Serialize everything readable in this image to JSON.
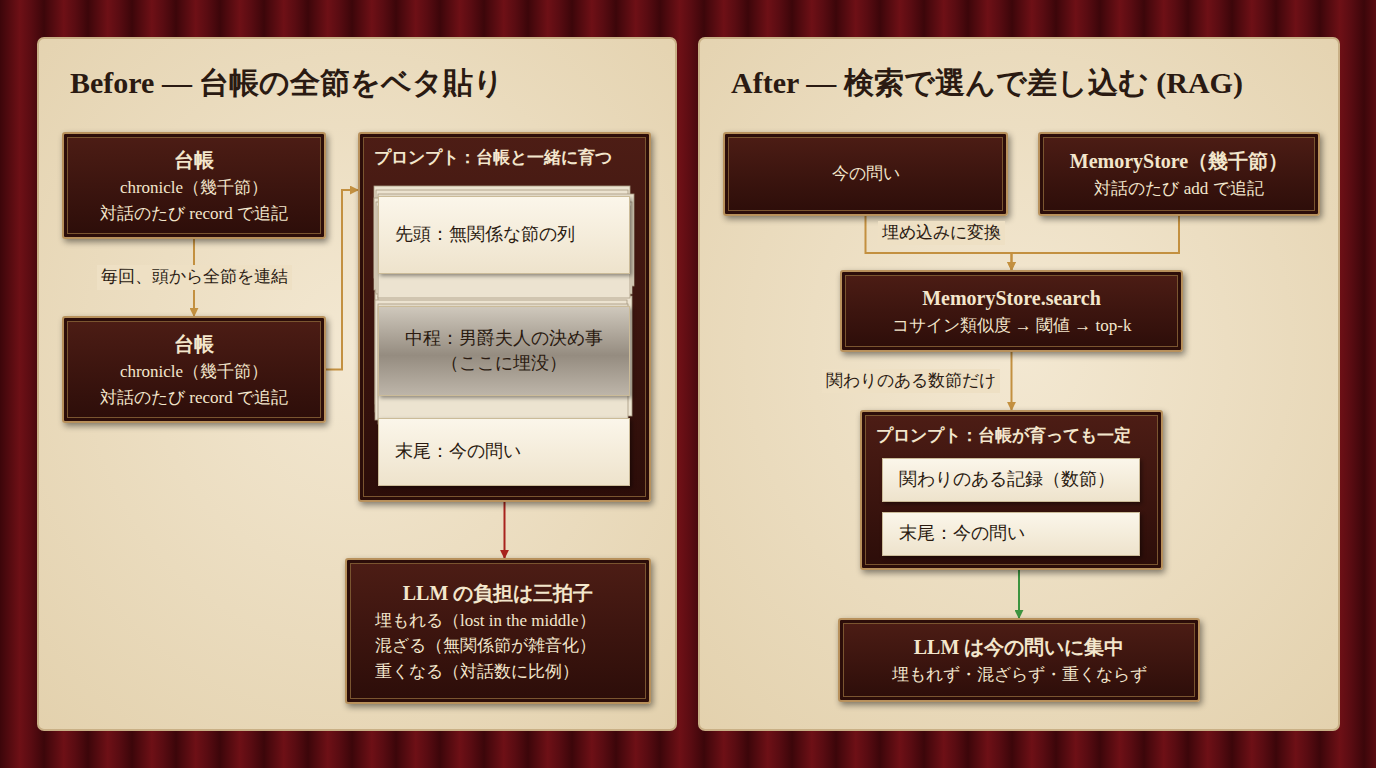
{
  "diagram": {
    "nodes": [
      {
        "text": [
          "Before — 台帳の全節をベタ貼り"
        ]
      },
      {
        "text": [
          "After — 検索で選んで差し込む (RAG)"
        ]
      },
      {
        "text": [
          "台帳",
          "chronicle（幾千節）",
          "対話のたび record で追記"
        ],
        "in": 0
      },
      {
        "text": [
          "台帳",
          "chronicle（幾千節）",
          "対話のたび record で追記"
        ],
        "in": 0
      },
      {
        "text": [
          "プロンプト：台帳と一緒に育つ"
        ],
        "in": 0
      },
      {
        "text": [
          "先頭：無関係な節の列"
        ],
        "in": 4
      },
      {
        "text": [
          "中程：男爵夫人の決め事 （ここに埋没）"
        ],
        "in": 4
      },
      {
        "text": [
          "末尾：今の問い"
        ],
        "in": 4
      },
      {
        "text": [
          "LLM の負担は三拍子",
          "埋もれる（lost in the middle）",
          "混ざる（無関係節が雑音化）",
          "重くなる（対話数に比例）"
        ],
        "in": 0
      },
      {
        "text": [
          "今の問い"
        ],
        "in": 1
      },
      {
        "text": [
          "MemoryStore（幾千節）",
          "対話のたび add で追記"
        ],
        "in": 1
      },
      {
        "text": [
          "MemoryStore.search",
          "コサイン類似度 → 閾値 → top-k"
        ],
        "in": 1
      },
      {
        "text": [
          "プロンプト：台帳が育っても一定"
        ],
        "in": 1
      },
      {
        "text": [
          "関わりのある記録（数節）"
        ],
        "in": 12
      },
      {
        "text": [
          "末尾：今の問い"
        ],
        "in": 12
      },
      {
        "text": [
          "LLM は今の問いに集中",
          "埋もれず・混ざらず・重くならず"
        ],
        "in": 1
      }
    ],
    "edges": [
      {
        "from": 2,
        "to": 3,
        "arrow": "to",
        "label": "毎回、頭から全節を連結"
      },
      {
        "from": 3,
        "to": 4,
        "arrow": "to"
      },
      {
        "from": 4,
        "to": 8,
        "arrow": "to"
      },
      {
        "from": 9,
        "to": 11,
        "arrow": "to",
        "label": "埋め込みに変換"
      },
      {
        "from": 10,
        "to": 11,
        "arrow": "to"
      },
      {
        "from": 11,
        "to": 12,
        "arrow": "to",
        "label": "関わりのある数節だけ"
      },
      {
        "from": 12,
        "to": 15,
        "arrow": "to"
      }
    ]
  }
}
